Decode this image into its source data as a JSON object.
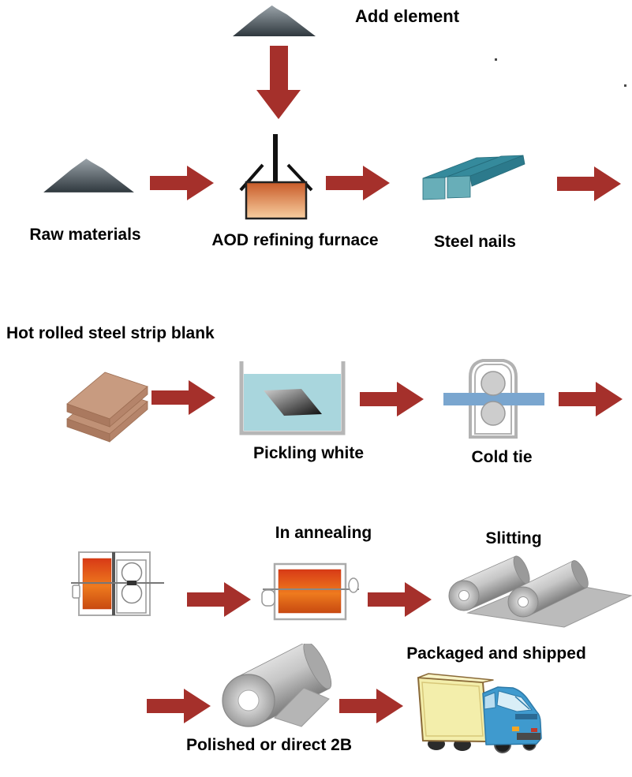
{
  "labels": {
    "add_element": "Add element",
    "raw_materials": "Raw materials",
    "aod_furnace": "AOD refining furnace",
    "steel_nails": "Steel nails",
    "hot_rolled": "Hot rolled steel strip blank",
    "pickling": "Pickling white",
    "cold_tie": "Cold tie",
    "in_annealing": "In annealing",
    "slitting": "Slitting",
    "polished": "Polished or direct 2B",
    "packaged": "Packaged and shipped"
  },
  "colors": {
    "arrow": "#a5302b",
    "mound_top": "#9aa3a9",
    "mound_bottom": "#2f383e",
    "furnace_top": "#c85a28",
    "furnace_bottom": "#f8cfa0",
    "hot_top": "#d83a16",
    "hot_mid": "#ee7a1e",
    "hot_bottom": "#c84a10",
    "teal_top": "#358a9c",
    "teal_front": "#68aeb8",
    "teal_side": "#2c7a8c",
    "slab_top": "#c89b80",
    "slab_front": "#aa795f",
    "slab_right": "#b5846a",
    "slab_lower": "#c09176",
    "tank_liquid": "#a9d6dd",
    "strip_blue": "#7aa6cf",
    "truck_box": "#f3eeab",
    "truck_cab": "#3f9ace"
  }
}
